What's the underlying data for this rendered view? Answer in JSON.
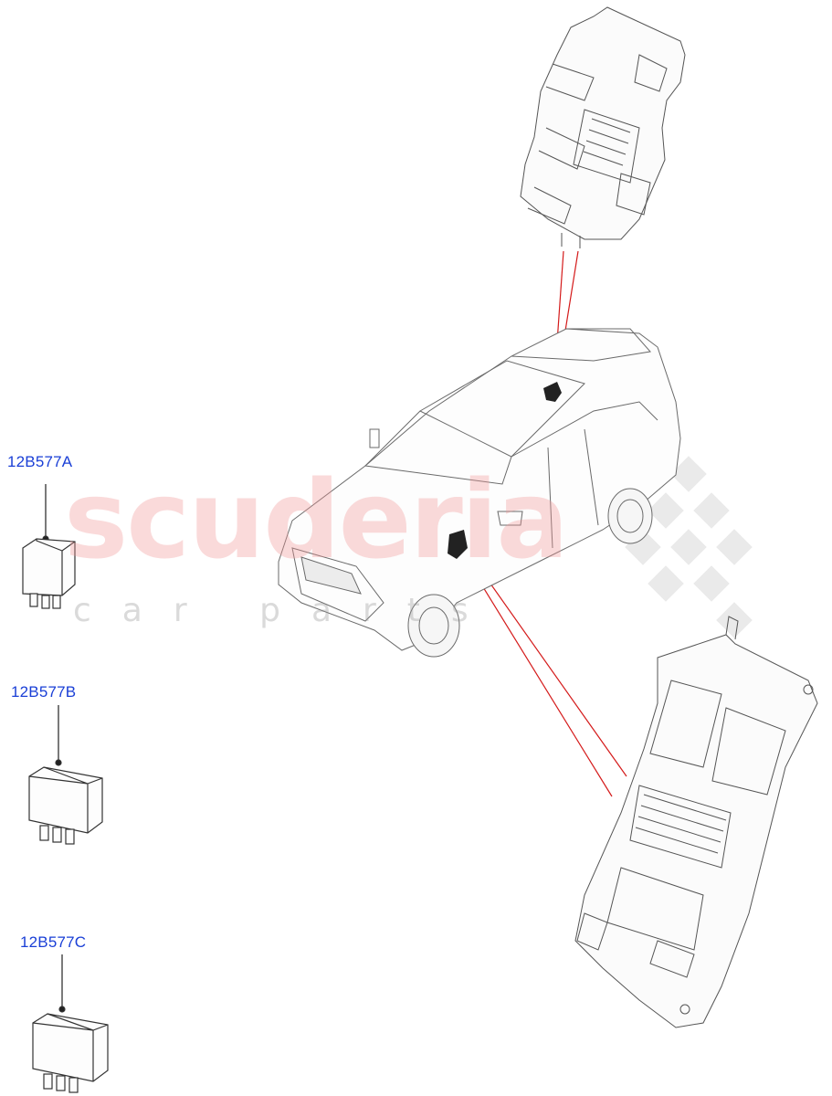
{
  "watermark": {
    "brand": "scuderia",
    "tagline": "car parts"
  },
  "parts": [
    {
      "label": "12B577A"
    },
    {
      "label": "12B577B"
    },
    {
      "label": "12B577C"
    }
  ],
  "colors": {
    "label": "#1a3fd6",
    "callout": "#d41a1a",
    "line": "#444444"
  }
}
